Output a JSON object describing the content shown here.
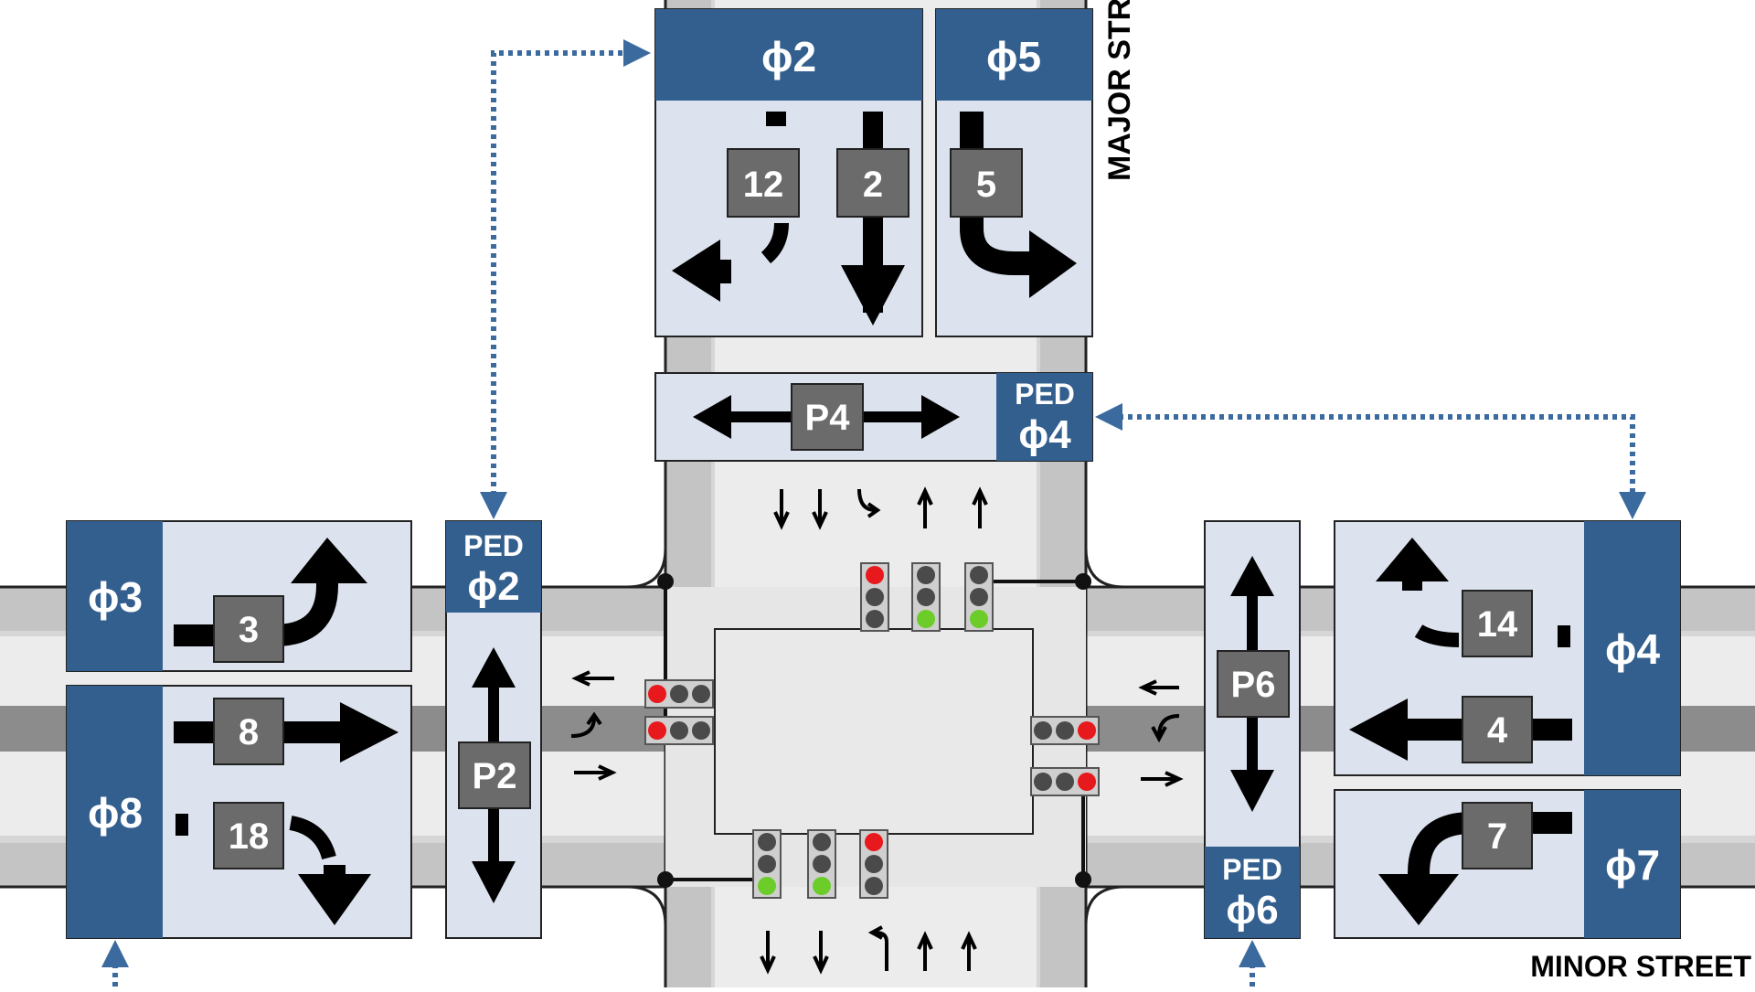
{
  "streets": {
    "major": "MAJOR STR",
    "minor": "MINOR STREET"
  },
  "phases": {
    "phi2": "ϕ2",
    "phi5": "ϕ5",
    "phi3": "ϕ3",
    "phi8": "ϕ8",
    "phi4": "ϕ4",
    "phi7": "ϕ7",
    "ped_phi2": {
      "ped": "PED",
      "phase": "ϕ2"
    },
    "ped_phi4": {
      "ped": "PED",
      "phase": "ϕ4"
    },
    "ped_phi6": {
      "ped": "PED",
      "phase": "ϕ6"
    }
  },
  "movements": {
    "m12": "12",
    "m2": "2",
    "m5": "5",
    "m3": "3",
    "m8": "8",
    "m18": "18",
    "m14": "14",
    "m4": "4",
    "m7": "7",
    "p2": "P2",
    "p4": "P4",
    "p6": "P6"
  },
  "colors": {
    "phase_blue": "#335f8f",
    "panel_fill": "#dce3ee",
    "movement_box": "#6b6b6b",
    "road_gray": "#d6d6d6",
    "signal_red": "#e8191c",
    "signal_green": "#6ccc2a",
    "signal_off": "#4a4a4a",
    "link_dotted": "#3b6a9e"
  },
  "signals": {
    "north_approach": [
      "red",
      "green",
      "green"
    ],
    "south_approach": [
      "green",
      "green",
      "red"
    ],
    "west_approach": [
      "red",
      "red"
    ],
    "east_approach": [
      "red",
      "red"
    ]
  }
}
